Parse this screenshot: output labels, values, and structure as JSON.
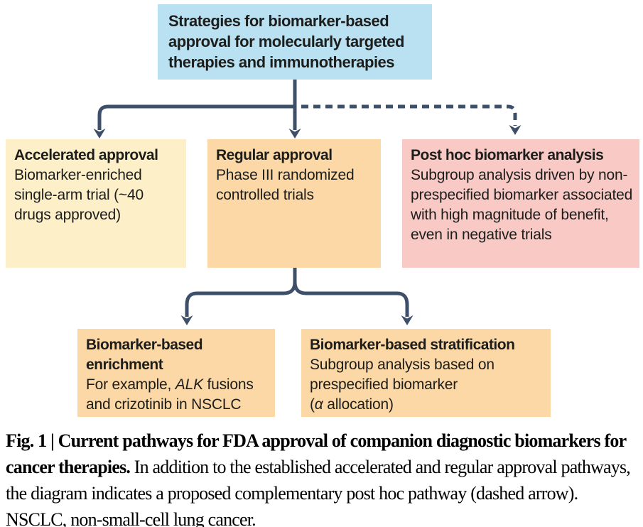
{
  "diagram": {
    "root": {
      "text": "Strategies for biomarker-based approval for molecularly targeted therapies and immunotherapies"
    },
    "pathways": [
      {
        "title": "Accelerated approval",
        "body": "Biomarker-enriched single-arm trial (~40 drugs approved)",
        "connector": "solid arrow"
      },
      {
        "title": "Regular approval",
        "body": "Phase III randomized controlled trials",
        "connector": "solid arrow"
      },
      {
        "title": "Post hoc biomarker analysis",
        "body": "Subgroup analysis driven by non-prespecified biomarker associated with high magnitude of benefit, even in negative trials",
        "connector": "dashed arrow"
      }
    ],
    "sub_pathways": [
      {
        "title": "Biomarker-based enrichment",
        "body_prefix": "For example, ",
        "body_italic_gene": "ALK",
        "body_suffix": " fusions and crizotinib in NSCLC",
        "parent": "Regular approval"
      },
      {
        "title": "Biomarker-based stratification",
        "body_line1": "Subgroup analysis based on prespecified biomarker",
        "body_paren_open": "(",
        "body_alpha": "α",
        "body_paren_rest": " allocation)",
        "parent": "Regular approval"
      }
    ],
    "colors": {
      "root_fill": "#b9e1f1",
      "accelerated_fill": "#fdf0c9",
      "regular_fill": "#fbd8a6",
      "posthoc_fill": "#f8c9c5",
      "sub_box_fill": "#fbd8a6",
      "connector": "#3e4f69",
      "text": "#1d1d1b"
    }
  },
  "caption": {
    "bold": "Fig. 1 | Current pathways for FDA approval of companion diagnostic biomarkers for cancer therapies.",
    "text": "In addition to the established accelerated and regular approval pathways, the diagram indicates a proposed complementary post hoc pathway (dashed arrow). NSCLC, non-small-cell lung cancer."
  }
}
